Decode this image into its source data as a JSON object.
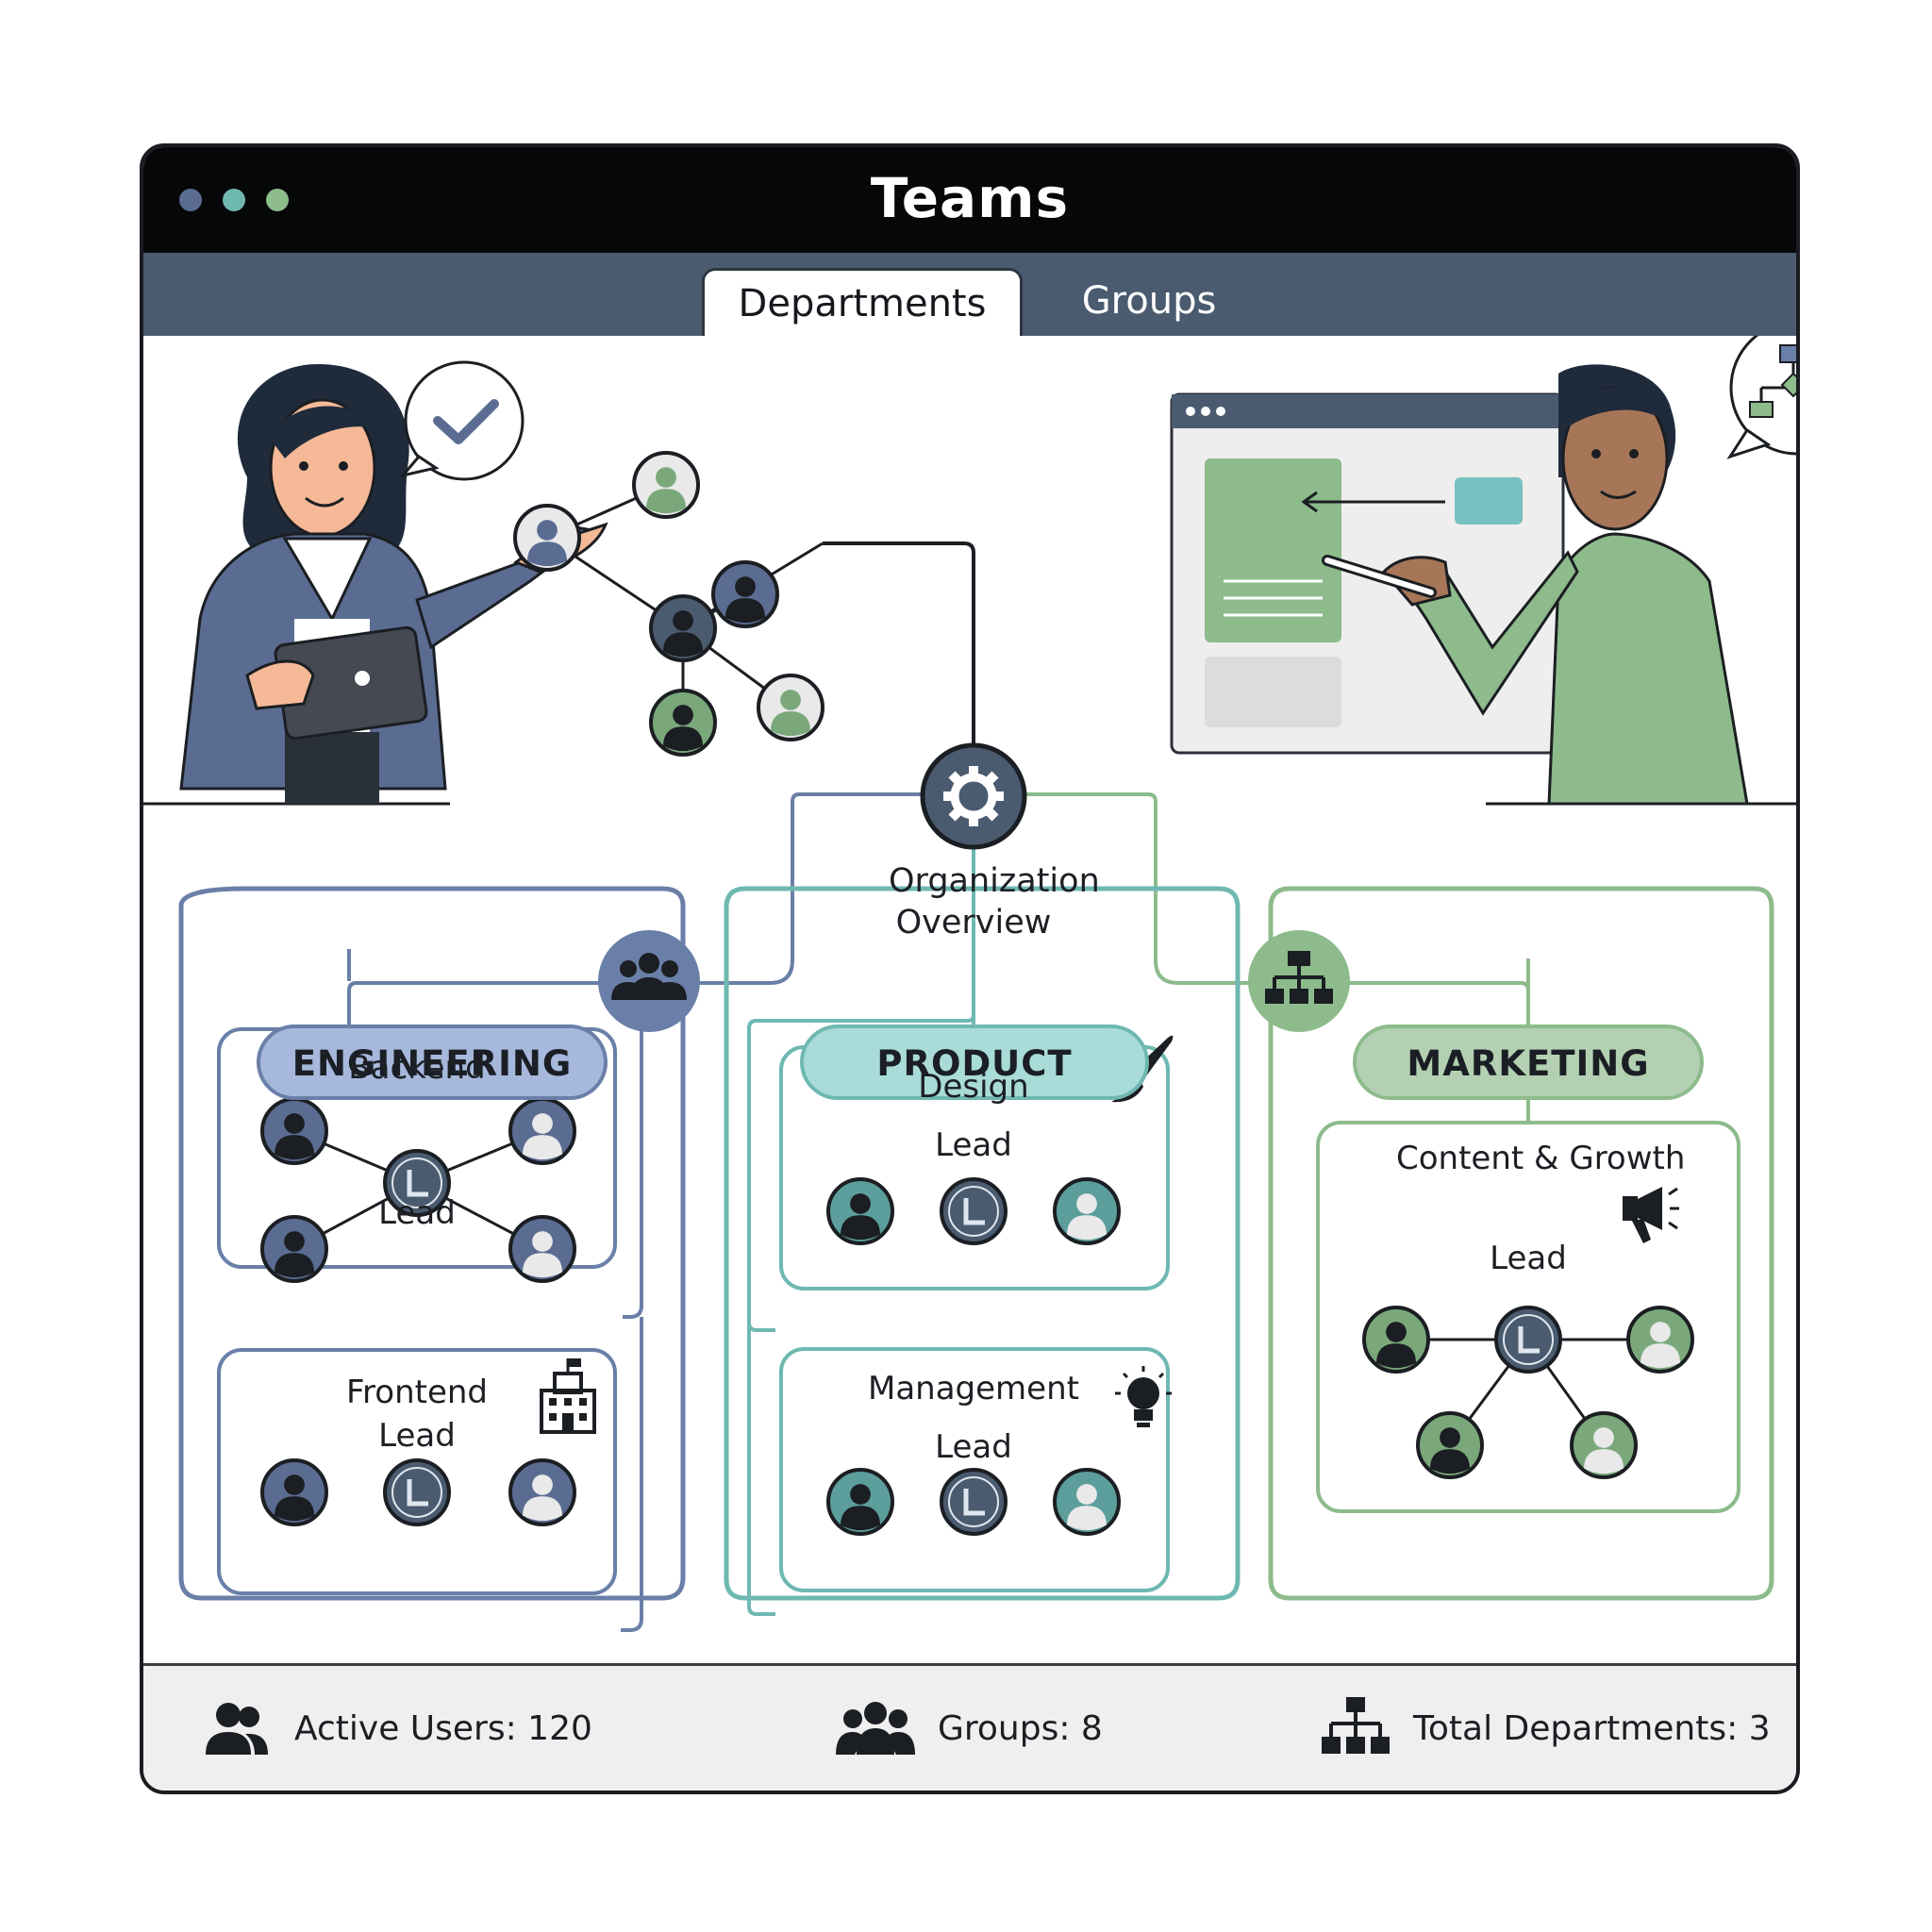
{
  "window": {
    "title": "Teams",
    "controls": [
      "window-dot-1",
      "window-dot-2",
      "window-dot-3"
    ]
  },
  "tabs": [
    {
      "label": "Departments",
      "active": true
    },
    {
      "label": "Groups",
      "active": false
    }
  ],
  "overview": {
    "label": "Organization\nOverview",
    "icon": "gear-icon"
  },
  "departments": [
    {
      "name": "ENGINEERING",
      "color": "#a6b8dc",
      "groups": [
        {
          "name": "Backend",
          "lead_label": "Lead"
        },
        {
          "name": "Frontend",
          "lead_label": "Lead",
          "icon": "building-icon"
        }
      ]
    },
    {
      "name": "PRODUCT",
      "color": "#a9dcd8",
      "groups": [
        {
          "name": "Design",
          "lead_label": "Lead",
          "icon": "paintbrush-icon"
        },
        {
          "name": "Management",
          "lead_label": "Lead",
          "icon": "lightbulb-icon"
        }
      ]
    },
    {
      "name": "MARKETING",
      "color": "#b3d1b2",
      "groups": [
        {
          "name": "Content & Growth",
          "lead_label": "Lead",
          "icon": "megaphone-icon"
        }
      ]
    }
  ],
  "footer": {
    "active_users": "Active Users: 120",
    "groups": "Groups: 8",
    "total_departments": "Total Departments: 3"
  },
  "colors": {
    "navy": "#4a5b70",
    "engineering": "#6a7fa8",
    "product": "#6fb8b2",
    "marketing": "#8dbb8c",
    "avatar_dark_blue": "#5b6c92",
    "avatar_teal": "#5c9e9b",
    "avatar_green": "#7aa87b"
  }
}
